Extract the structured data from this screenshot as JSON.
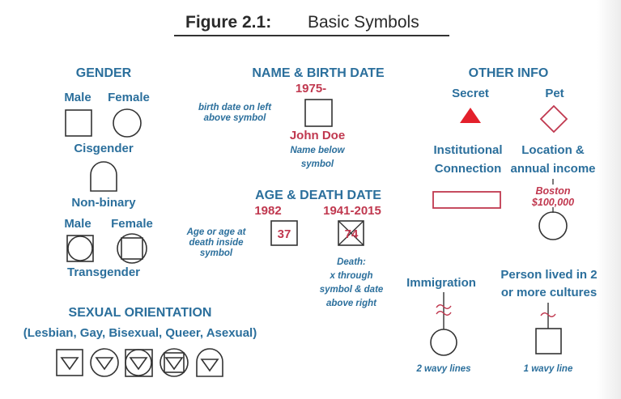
{
  "figure": {
    "label": "Figure 2.1:",
    "title": "Basic Symbols"
  },
  "gender": {
    "heading": "GENDER",
    "male": "Male",
    "female": "Female",
    "cisgender": "Cisgender",
    "nonbinary": "Non-binary",
    "trans_male": "Male",
    "trans_female": "Female",
    "transgender": "Transgender"
  },
  "orientation": {
    "heading": "SEXUAL ORIENTATION",
    "subheading": "(Lesbian, Gay, Bisexual, Queer, Asexual)"
  },
  "name_birth": {
    "heading": "NAME & BIRTH DATE",
    "year": "1975-",
    "note_line1": "birth date on left",
    "note_line2": "above symbol",
    "name": "John Doe",
    "name_note1": "Name below",
    "name_note2": "symbol"
  },
  "age_death": {
    "heading": "AGE & DEATH DATE",
    "birth_year": "1982",
    "age": "37",
    "note_line1": "Age or age at",
    "note_line2": "death inside",
    "note_line3": "symbol",
    "life_span": "1941-2015",
    "death_age": "74",
    "death_note1": "Death:",
    "death_note2": "x through",
    "death_note3": "symbol & date",
    "death_note4": "above right"
  },
  "other_info": {
    "heading": "OTHER INFO",
    "secret": "Secret",
    "pet": "Pet",
    "institutional1": "Institutional",
    "institutional2": "Connection",
    "location1": "Location &",
    "location2": "annual income",
    "city": "Boston",
    "income": "$100,000",
    "immigration": "Immigration",
    "immigration_note": "2 wavy lines",
    "cultures1": "Person lived in 2",
    "cultures2": "or more cultures",
    "cultures_note": "1 wavy line"
  },
  "colors": {
    "heading_blue": "#2b6f9c",
    "accent_red": "#c0384f",
    "secret_red": "#e3202b",
    "stroke": "#333333"
  }
}
